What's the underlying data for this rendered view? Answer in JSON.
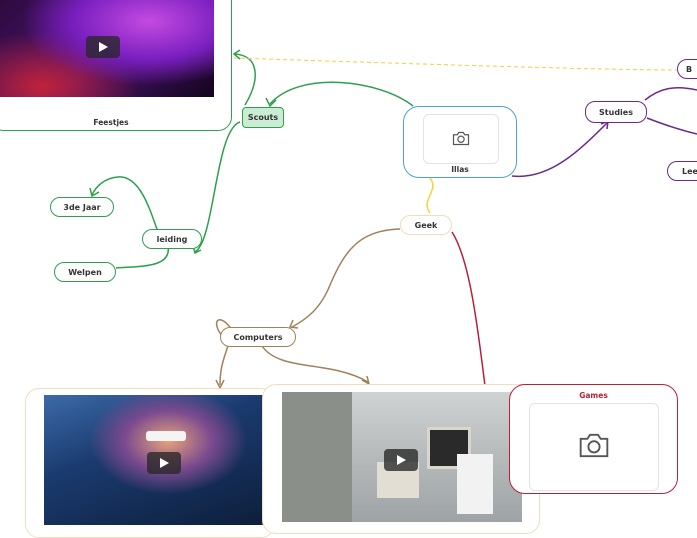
{
  "colors": {
    "green": "#2e9e4f",
    "blue": "#4aa3d6",
    "purple": "#6a2a8a",
    "brown": "#a0825a",
    "yellow": "#f0d23c",
    "red": "#b5223a",
    "peach": "#f3dcc0"
  },
  "central": {
    "label": "Illas",
    "icon": "camera-icon"
  },
  "nodes": {
    "scouts": "Scouts",
    "feestjes": "Feestjes",
    "leiding": "leiding",
    "jaar3": "3de Jaar",
    "welpen": "Welpen",
    "studies": "Studies",
    "b_partial": "B",
    "lee_partial": "Lee",
    "geek": "Geek",
    "computers": "Computers",
    "games": "Games"
  },
  "media": {
    "feestjes_video": "play-icon",
    "computers_video_1": "play-icon",
    "computers_video_2": "play-icon",
    "games_image": "camera-icon"
  }
}
